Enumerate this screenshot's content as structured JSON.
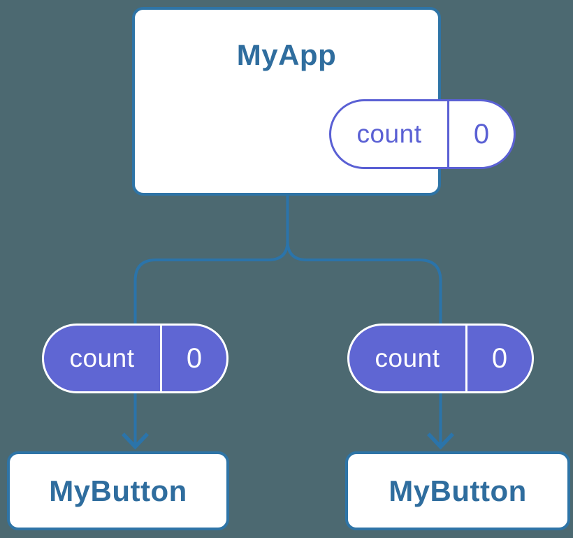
{
  "diagram": {
    "description": "Component tree: parent MyApp holds count state passed as props to two MyButton children",
    "colors": {
      "background": "#4c6971",
      "line_blue": "#2b74aa",
      "card_border_blue": "#2e74a6",
      "text_blue": "#2f6d9e",
      "purple_fill": "#5f66d3",
      "purple_outline": "#5a60d4",
      "white": "#ffffff"
    },
    "nodes": {
      "root": {
        "title": "MyApp",
        "pill": {
          "label": "count",
          "value": "0"
        }
      },
      "left_pill": {
        "label": "count",
        "value": "0"
      },
      "right_pill": {
        "label": "count",
        "value": "0"
      },
      "left_child": {
        "title": "MyButton"
      },
      "right_child": {
        "title": "MyButton"
      }
    }
  }
}
